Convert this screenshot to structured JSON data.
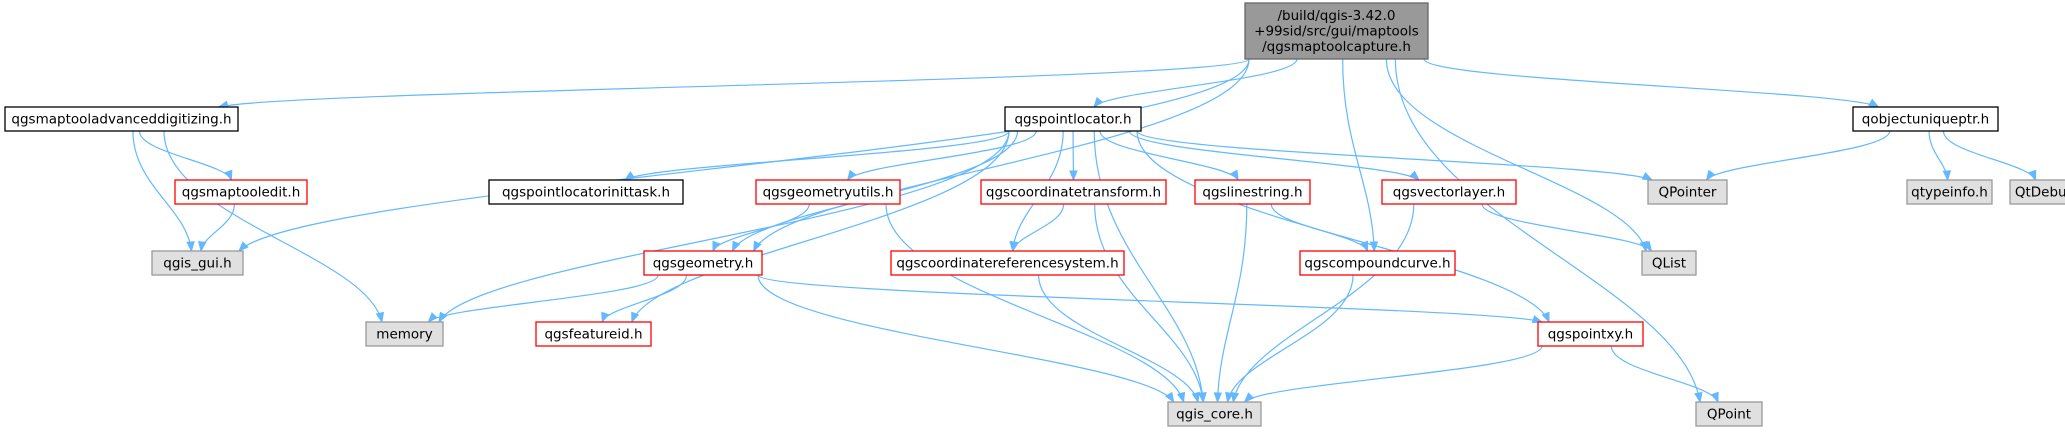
{
  "colors": {
    "edge": "#63b8ff",
    "root_fill": "#999999",
    "root_stroke": "#666666",
    "doc_fill": "#ffffff",
    "doc_stroke": "#000000",
    "incomplete_stroke": "#ff0000",
    "external_fill": "#e0e0e0",
    "external_stroke": "#999999",
    "text": "#000000"
  },
  "nodes": [
    {
      "id": "root",
      "kind": "root",
      "lines": [
        "/build/qgis-3.42.0",
        "+99sid/src/gui/maptools",
        "/qgsmaptoolcapture.h"
      ]
    },
    {
      "id": "qgsmaptooladvanceddigitizing",
      "kind": "doc",
      "lines": [
        "qgsmaptooladvanceddigitizing.h"
      ]
    },
    {
      "id": "qgspointlocator",
      "kind": "doc",
      "lines": [
        "qgspointlocator.h"
      ]
    },
    {
      "id": "qobjectuniqueptr",
      "kind": "doc",
      "lines": [
        "qobjectuniqueptr.h"
      ]
    },
    {
      "id": "qgsmaptooledit",
      "kind": "incomplete",
      "lines": [
        "qgsmaptooledit.h"
      ]
    },
    {
      "id": "qgis_gui",
      "kind": "external",
      "lines": [
        "qgis_gui.h"
      ]
    },
    {
      "id": "qgspointlocatorinittask",
      "kind": "doc",
      "lines": [
        "qgspointlocatorinittask.h"
      ]
    },
    {
      "id": "qgsgeometryutils",
      "kind": "incomplete",
      "lines": [
        "qgsgeometryutils.h"
      ]
    },
    {
      "id": "qgscoordinatetransform",
      "kind": "incomplete",
      "lines": [
        "qgscoordinatetransform.h"
      ]
    },
    {
      "id": "qgslinestring",
      "kind": "incomplete",
      "lines": [
        "qgslinestring.h"
      ]
    },
    {
      "id": "qgsvectorlayer",
      "kind": "incomplete",
      "lines": [
        "qgsvectorlayer.h"
      ]
    },
    {
      "id": "QPointer",
      "kind": "external",
      "lines": [
        "QPointer"
      ]
    },
    {
      "id": "qtypeinfo",
      "kind": "external",
      "lines": [
        "qtypeinfo.h"
      ]
    },
    {
      "id": "QtDebug",
      "kind": "external",
      "lines": [
        "QtDebug"
      ]
    },
    {
      "id": "qgsgeometry",
      "kind": "incomplete",
      "lines": [
        "qgsgeometry.h"
      ]
    },
    {
      "id": "qgscoordinatereferencesystem",
      "kind": "incomplete",
      "lines": [
        "qgscoordinatereferencesystem.h"
      ]
    },
    {
      "id": "qgscompoundcurve",
      "kind": "incomplete",
      "lines": [
        "qgscompoundcurve.h"
      ]
    },
    {
      "id": "QList",
      "kind": "external",
      "lines": [
        "QList"
      ]
    },
    {
      "id": "memory",
      "kind": "external",
      "lines": [
        "memory"
      ]
    },
    {
      "id": "qgsfeatureid",
      "kind": "incomplete",
      "lines": [
        "qgsfeatureid.h"
      ]
    },
    {
      "id": "qgspointxy",
      "kind": "incomplete",
      "lines": [
        "qgspointxy.h"
      ]
    },
    {
      "id": "qgis_core",
      "kind": "external",
      "lines": [
        "qgis_core.h"
      ]
    },
    {
      "id": "QPoint",
      "kind": "external",
      "lines": [
        "QPoint"
      ]
    }
  ],
  "edges": [
    {
      "from": "root",
      "to": "qgsmaptooladvanceddigitizing"
    },
    {
      "from": "root",
      "to": "qgis_gui"
    },
    {
      "from": "root",
      "to": "qgsgeometry"
    },
    {
      "from": "root",
      "to": "qgspointlocator"
    },
    {
      "from": "root",
      "to": "qgscompoundcurve"
    },
    {
      "from": "root",
      "to": "QList"
    },
    {
      "from": "root",
      "to": "QPoint"
    },
    {
      "from": "root",
      "to": "qobjectuniqueptr"
    },
    {
      "from": "qgsmaptooladvanceddigitizing",
      "to": "qgsmaptooledit"
    },
    {
      "from": "qgsmaptooladvanceddigitizing",
      "to": "qgis_gui"
    },
    {
      "from": "qgsmaptooladvanceddigitizing",
      "to": "memory"
    },
    {
      "from": "qgsmaptooledit",
      "to": "qgis_gui"
    },
    {
      "from": "qgspointlocator",
      "to": "memory"
    },
    {
      "from": "qgspointlocator",
      "to": "qgsfeatureid"
    },
    {
      "from": "qgspointlocator",
      "to": "qgsgeometry"
    },
    {
      "from": "qgspointlocator",
      "to": "qgspointlocatorinittask"
    },
    {
      "from": "qgspointlocator",
      "to": "qgsgeometryutils"
    },
    {
      "from": "qgspointlocator",
      "to": "qgscoordinatereferencesystem"
    },
    {
      "from": "qgspointlocator",
      "to": "qgscoordinatetransform"
    },
    {
      "from": "qgspointlocator",
      "to": "qgslinestring"
    },
    {
      "from": "qgspointlocator",
      "to": "qgis_core"
    },
    {
      "from": "qgspointlocator",
      "to": "qgsvectorlayer"
    },
    {
      "from": "qgspointlocator",
      "to": "qgspointxy"
    },
    {
      "from": "qgspointlocator",
      "to": "QPointer"
    },
    {
      "from": "qgsgeometryutils",
      "to": "qgsgeometry"
    },
    {
      "from": "qgsgeometryutils",
      "to": "qgis_core"
    },
    {
      "from": "qgscoordinatetransform",
      "to": "qgscoordinatereferencesystem"
    },
    {
      "from": "qgscoordinatetransform",
      "to": "qgis_core"
    },
    {
      "from": "qgslinestring",
      "to": "qgscompoundcurve"
    },
    {
      "from": "qgslinestring",
      "to": "qgis_core"
    },
    {
      "from": "qgsvectorlayer",
      "to": "QList"
    },
    {
      "from": "qgsvectorlayer",
      "to": "qgis_core"
    },
    {
      "from": "qgsgeometry",
      "to": "memory"
    },
    {
      "from": "qgsgeometry",
      "to": "qgsfeatureid"
    },
    {
      "from": "qgsgeometry",
      "to": "qgspointxy"
    },
    {
      "from": "qgsgeometry",
      "to": "qgis_core"
    },
    {
      "from": "qgscoordinatereferencesystem",
      "to": "qgis_core"
    },
    {
      "from": "qgscompoundcurve",
      "to": "qgis_core"
    },
    {
      "from": "qgspointxy",
      "to": "qgis_core"
    },
    {
      "from": "qgspointxy",
      "to": "QPoint"
    },
    {
      "from": "qobjectuniqueptr",
      "to": "QPointer"
    },
    {
      "from": "qobjectuniqueptr",
      "to": "qtypeinfo"
    },
    {
      "from": "qobjectuniqueptr",
      "to": "QtDebug"
    }
  ]
}
